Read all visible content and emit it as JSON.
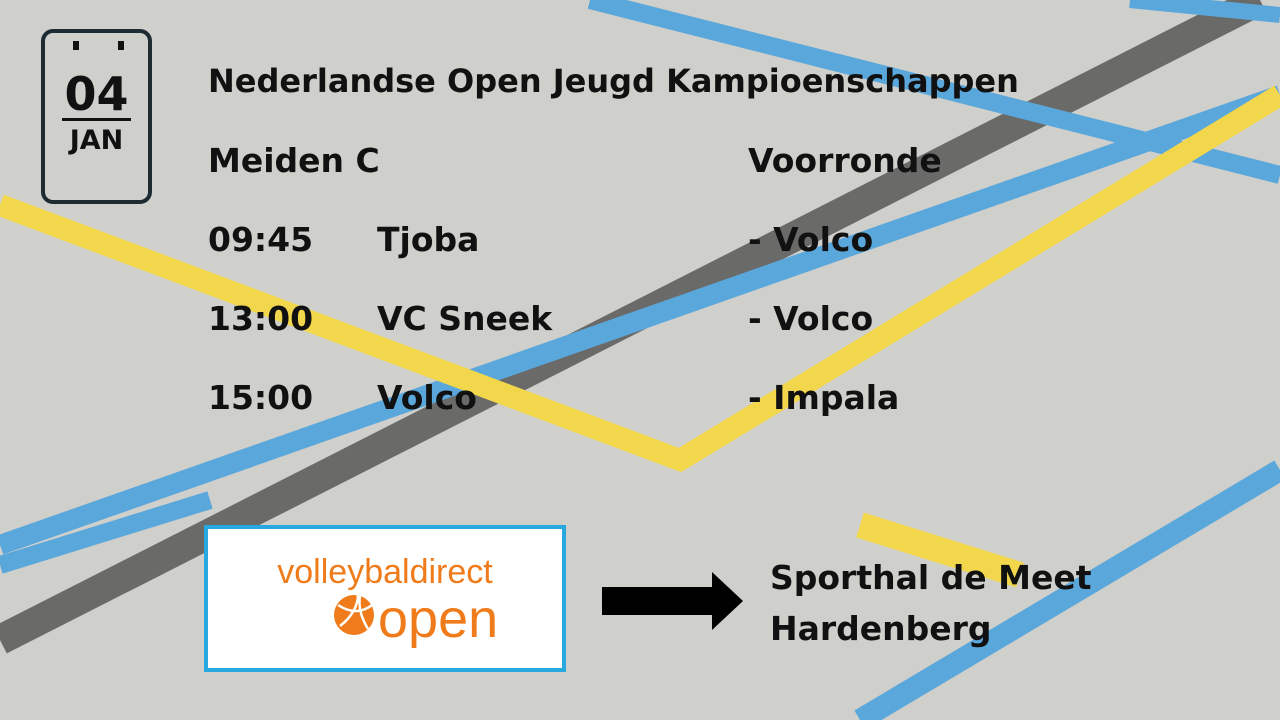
{
  "calendar": {
    "day": "04",
    "month": "JAN"
  },
  "title": "Nederlandse Open Jeugd Kampioenschappen",
  "category": "Meiden C",
  "round": "Voorronde",
  "matches": [
    {
      "time": "09:45",
      "home": "Tjoba",
      "away": "- Volco"
    },
    {
      "time": "13:00",
      "home": "VC Sneek",
      "away": "- Volco"
    },
    {
      "time": "15:00",
      "home": "Volco",
      "away": "- Impala"
    }
  ],
  "logo": {
    "top": "volleybaldirect",
    "bottom": "open",
    "color": "#f07b1a",
    "border_color": "#27a9df"
  },
  "arrow_icon": "right-arrow-icon",
  "venue": {
    "line1": "Sporthal de Meet",
    "line2": "Hardenberg"
  },
  "colors": {
    "floor": "#cfcfcc",
    "blue_line": "#5aa7db",
    "yellow_line": "#f2d64b",
    "dark_line": "#5e5e5e"
  }
}
